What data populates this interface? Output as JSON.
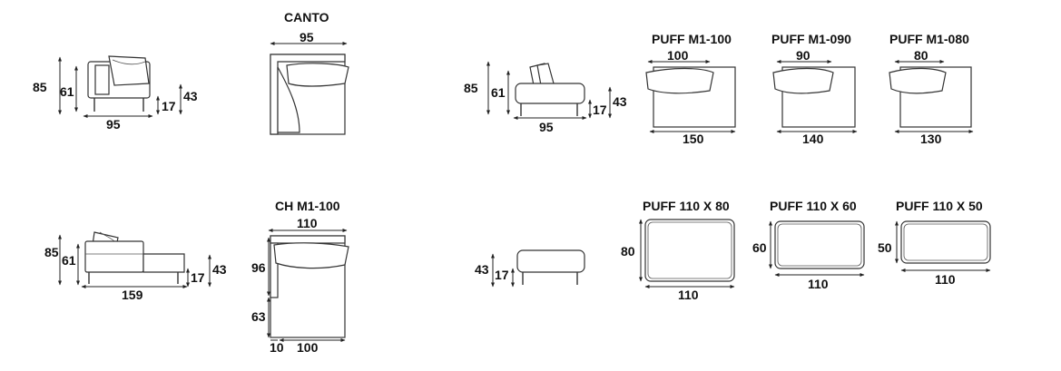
{
  "modules": {
    "canto": {
      "title": "CANTO",
      "side": {
        "height_total": "85",
        "height_back": "61",
        "height_seat": "43",
        "height_base": "17",
        "width": "95"
      },
      "top": {
        "width": "95"
      }
    },
    "ch_m1_100": {
      "title": "CH M1-100",
      "side": {
        "height_total": "85",
        "height_back": "61",
        "height_seat": "43",
        "height_base": "17",
        "width": "159"
      },
      "top": {
        "width": "110",
        "depth_back": "96",
        "depth_front": "63",
        "arm": "10",
        "seat": "100"
      }
    },
    "puff_side": {
      "side": {
        "height_total": "85",
        "height_back": "61",
        "height_seat": "43",
        "height_base": "17",
        "width": "95"
      }
    },
    "puff_m1_100": {
      "title": "PUFF M1-100",
      "seat": "100",
      "width": "150"
    },
    "puff_m1_090": {
      "title": "PUFF M1-090",
      "seat": "90",
      "width": "140"
    },
    "puff_m1_080": {
      "title": "PUFF M1-080",
      "seat": "80",
      "width": "130"
    },
    "ottoman_side": {
      "height_seat": "43",
      "height_base": "17"
    },
    "puff_110x80": {
      "title": "PUFF 110 X 80",
      "depth": "80",
      "width": "110"
    },
    "puff_110x60": {
      "title": "PUFF 110 X 60",
      "depth": "60",
      "width": "110"
    },
    "puff_110x50": {
      "title": "PUFF 110 X 50",
      "depth": "50",
      "width": "110"
    }
  }
}
